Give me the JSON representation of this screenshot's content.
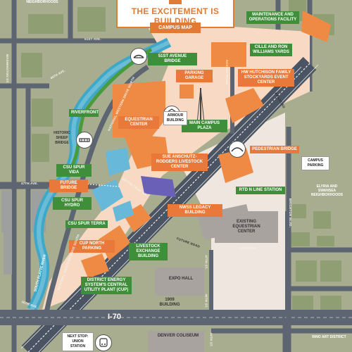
{
  "header": {
    "title": "THE EXCITEMENT IS BUILDING",
    "subtitle": "CAMPUS MAP"
  },
  "labels": {
    "fifty_first_bridge": "51ST AVENUE BRIDGE",
    "maintenance": "MAINTENANCE AND OPERATIONS FACILITY",
    "cille_ron": "CILLE AND RON WILLIAMS YARDS",
    "parking_garage": "PARKING GARAGE",
    "hw_hutchison": "HW HUTCHISON FAMILY STOCKYARDS EVENT CENTER",
    "riverfront": "RIVERFRONT",
    "equestrian_center": "EQUESTRIAN CENTER",
    "armour_building": "ARMOUR BUILDING",
    "main_plaza": "MAIN CAMPUS PLAZA",
    "historic_bridge": "HISTORIC SHEEP BRIDGE",
    "pedestrian_bridge": "PEDESTRIAN BRIDGE",
    "sue_anschutz": "SUE ANSCHUTZ-RODGERS LIVESTOCK CENTER",
    "csu_vida": "CSU SPUR VIDA",
    "future_bridge": "FUTURE BRIDGE",
    "campus_parking": "CAMPUS PARKING",
    "rtd": "RTD N LINE STATION",
    "csu_hydro": "CSU SPUR HYDRO",
    "nwss_legacy": "NWSS LEGACY BUILDING",
    "elyria": "ELYRIA AND SWANSEA NEIGHBORHOODS",
    "existing_equestrian": "EXISTING EQUESTRIAN CENTER",
    "csu_terra": "CSU SPUR TERRA",
    "cup_north": "CUP NORTH PARKING",
    "livestock_exchange": "LIVESTOCK EXCHANGE BUILDING",
    "expo_hall": "EXPO HALL",
    "district_energy": "DISTRICT ENERGY SYSTEM'S CENTRAL UTILITY PLANT (CUP)",
    "building_1909": "1909 BUILDING",
    "i70": "I-70",
    "next_stop": "NEXT STOP: UNION STATION",
    "denver_coliseum": "DENVER COLISEUM",
    "rino": "RINO ART DISTRICT",
    "neighborhoods": "NEIGHBORHOODS"
  },
  "streets": {
    "s51": "51ST AVE.",
    "s48": "48TH AVE.",
    "s47a": "47TH AVE.",
    "s47b": "47TH AVE.",
    "s46": "46TH AVE.",
    "s44": "44TH ST.",
    "washington": "WASHINGTON ST.",
    "nw_drive_north": "NATIONAL WESTERN DRIVE NORTH",
    "nw_drive_south": "NATIONAL WESTERN DRIVE SOUTH",
    "south_platte": "SOUTH PLATTE RIVER",
    "bettie_cram": "BETTIE CRAM DR.",
    "future_road": "FUTURE ROAD",
    "access_road": "ACCESS ROAD",
    "railroad": "RAILROAD",
    "brighton": "BRIGHTON BLVD.",
    "st_47": "47TH ST.",
    "st_46": "46TH ST."
  },
  "colors": {
    "land": "#a8ad8f",
    "road": "#5d6472",
    "river": "#3fa8c9",
    "campus": "#f7d9c4",
    "building_orange": "#ef8a45",
    "label_green": "#3f8f3a",
    "label_orange": "#e8793a",
    "rail": "#4b5462"
  }
}
